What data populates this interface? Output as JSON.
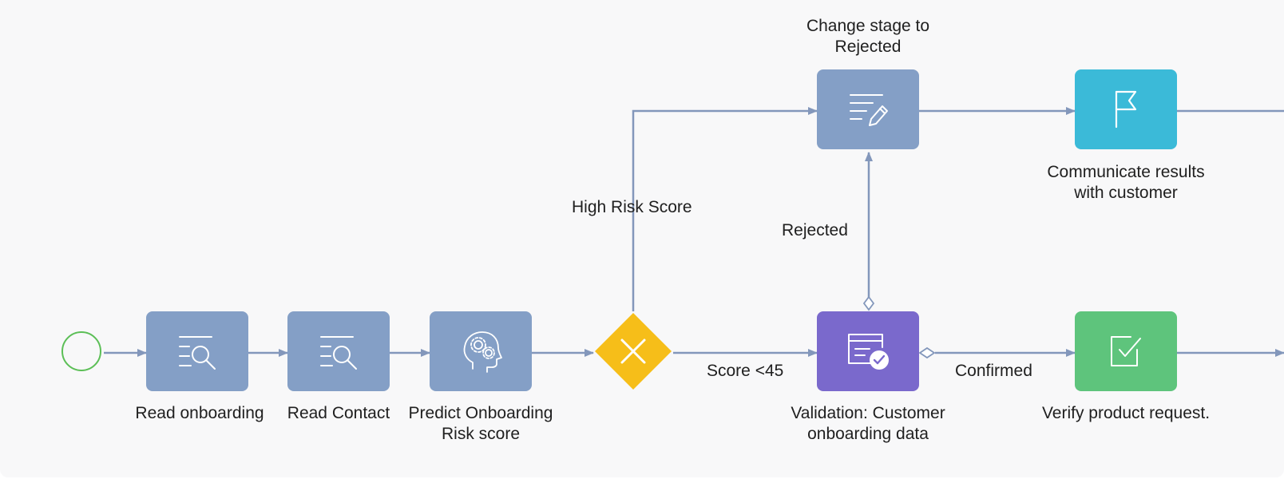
{
  "colors": {
    "task_default": "#849fc6",
    "task_user": "#7a69cc",
    "task_notify": "#3bbad8",
    "task_verify": "#5ec47c",
    "gateway": "#f6be19",
    "connector": "#8397bb",
    "start": "#5cbf57"
  },
  "nodes": {
    "read_onboarding": {
      "label": "Read onboarding",
      "icon": "read-data-icon"
    },
    "read_contact": {
      "label": "Read Contact",
      "icon": "read-data-icon"
    },
    "predict_risk": {
      "label": "Predict Onboarding\nRisk score",
      "icon": "brain-gears-icon"
    },
    "change_stage": {
      "label": "Change stage to\nRejected",
      "icon": "modify-data-icon"
    },
    "communicate": {
      "label": "Communicate results\nwith customer",
      "icon": "flag-icon"
    },
    "validation": {
      "label": "Validation: Customer\nonboarding data",
      "icon": "approval-icon"
    },
    "verify": {
      "label": "Verify product request.",
      "icon": "checkbox-icon"
    },
    "gateway": {
      "icon": "exclusive-gateway-x-icon"
    }
  },
  "edges": {
    "high_risk": "High Risk Score",
    "score_low": "Score <45",
    "rejected": "Rejected",
    "confirmed": "Confirmed"
  }
}
